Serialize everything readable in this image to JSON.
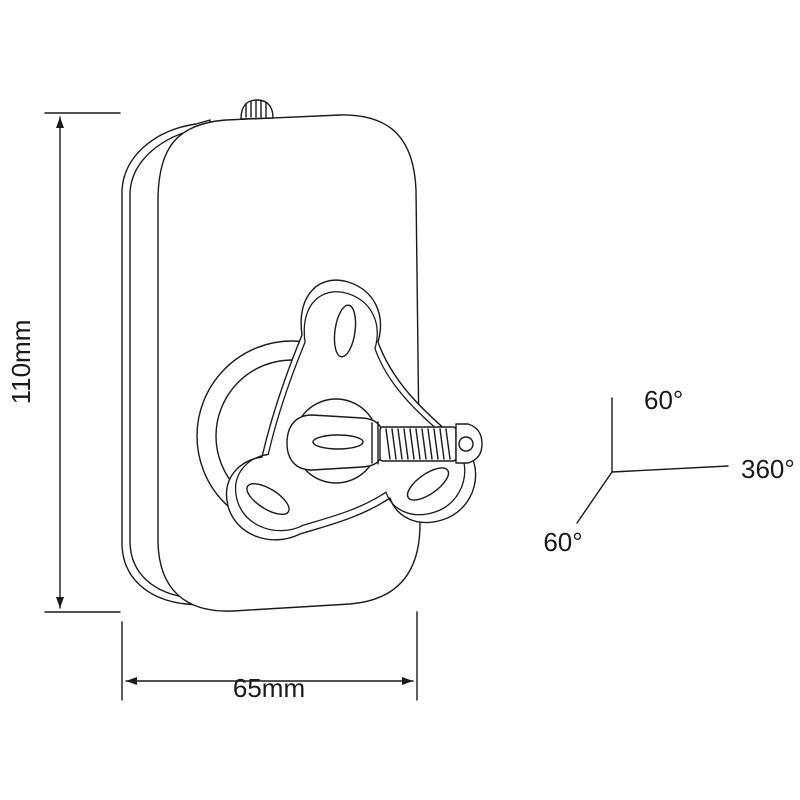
{
  "labels": {
    "height": "110mm",
    "width": "65mm",
    "angle_top": "60°",
    "angle_right": "360°",
    "angle_bottom": "60°"
  },
  "colors": {
    "line": "#1a1a1a",
    "text": "#1a1a1a",
    "background": "#ffffff"
  }
}
